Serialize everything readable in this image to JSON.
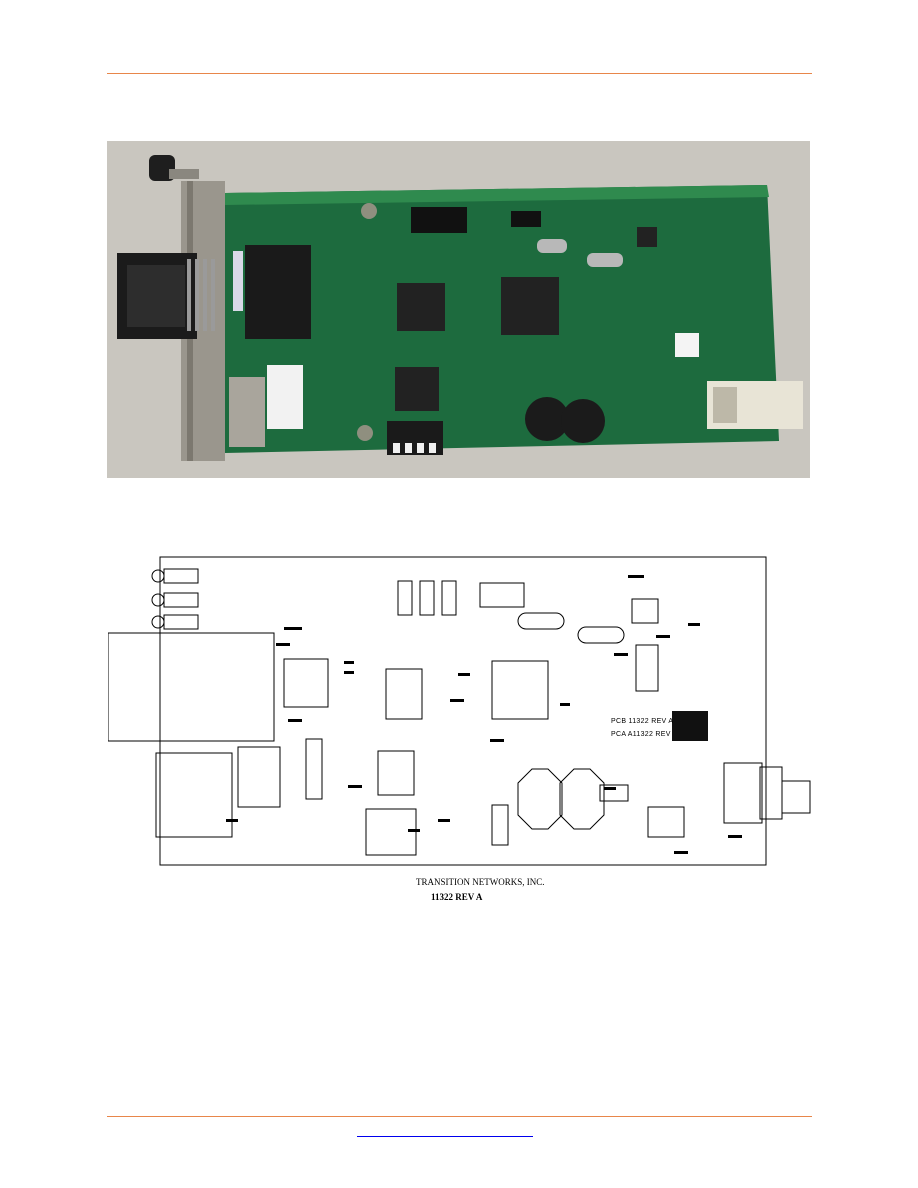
{
  "theme": {
    "rule_color": "#e8864a",
    "link_color": "#0000ee",
    "board_green": "#1d6b3e"
  },
  "photo": {
    "icon": "circuit-board-photo"
  },
  "drawing": {
    "icon": "pcb-silkscreen-layout",
    "pcb_label": "PCB 11322 REV A",
    "pca_label": "PCA A11322 REV"
  },
  "caption": {
    "company": "TRANSITION NETWORKS, INC.",
    "revision": "11322 REV A"
  },
  "footer": {
    "link_text": ""
  }
}
